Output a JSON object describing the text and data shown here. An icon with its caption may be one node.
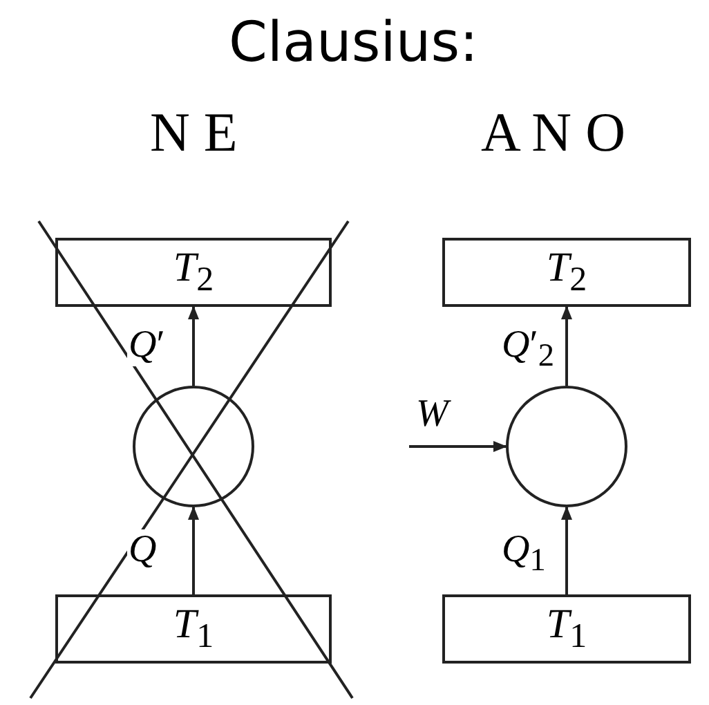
{
  "diagram": {
    "title": "Clausius:",
    "nodes": [
      {
        "text": [
          "*T*$_{2}$"
        ]
      },
      {
        "text": [],
        "shape": "circle"
      },
      {
        "text": [
          "*T*$_{1}$"
        ]
      },
      {
        "text": [
          "*T*$_{2}$"
        ]
      },
      {
        "text": [],
        "shape": "circle"
      },
      {
        "text": [
          "*T*$_{1}$"
        ]
      }
    ],
    "edges": [
      {
        "from": 2,
        "to": 1,
        "arrow": "to",
        "label": "*Q*"
      },
      {
        "from": 1,
        "to": 0,
        "arrow": "to",
        "label": "*Q*′"
      },
      {
        "from": 5,
        "to": 4,
        "arrow": "to",
        "label": "*Q*$_{1}$"
      },
      {
        "from": 4,
        "to": 3,
        "arrow": "to",
        "label": "*Q*′$_{2}$"
      },
      {
        "from": null,
        "to": 4,
        "arrow": "to",
        "label": "*W*"
      }
    ],
    "labels": [
      "N E",
      "A N O"
    ]
  }
}
